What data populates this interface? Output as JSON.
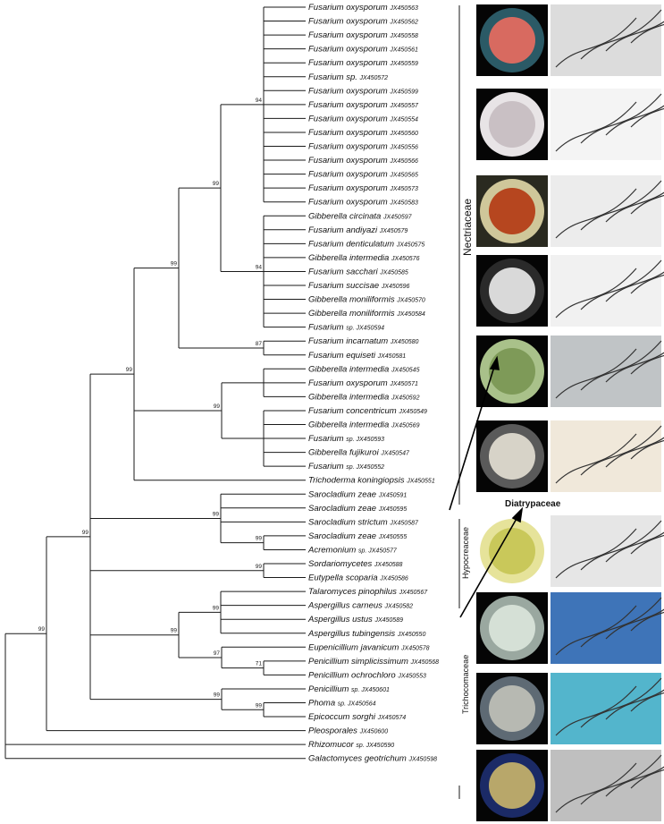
{
  "taxa": [
    {
      "name": "Fusarium oxysporum",
      "acc": "JX450563"
    },
    {
      "name": "Fusarium oxysporum",
      "acc": "JX450562"
    },
    {
      "name": "Fusarium oxysporum",
      "acc": "JX450558"
    },
    {
      "name": "Fusarium oxysporum",
      "acc": "JX450561"
    },
    {
      "name": "Fusarium oxysporum",
      "acc": "JX450559"
    },
    {
      "name": "Fusarium sp.",
      "acc": "JX450572"
    },
    {
      "name": "Fusarium oxysporum",
      "acc": "JX450599"
    },
    {
      "name": "Fusarium oxysporum",
      "acc": "JX450557"
    },
    {
      "name": "Fusarium oxysporum",
      "acc": "JX450554"
    },
    {
      "name": "Fusarium oxysporum",
      "acc": "JX450560"
    },
    {
      "name": "Fusarium oxysporum",
      "acc": "JX450556"
    },
    {
      "name": "Fusarium oxysporum",
      "acc": "JX450566"
    },
    {
      "name": "Fusarium oxysporum",
      "acc": "JX450565"
    },
    {
      "name": "Fusarium oxysporum",
      "acc": "JX450573"
    },
    {
      "name": "Fusarium oxysporum",
      "acc": "JX450583"
    },
    {
      "name": "Gibberella circinata",
      "acc": "JX450597"
    },
    {
      "name": "Fusarium andiyazi",
      "acc": "JX450579"
    },
    {
      "name": "Fusarium denticulatum",
      "acc": "JX450575"
    },
    {
      "name": "Gibberella intermedia",
      "acc": "JX450576"
    },
    {
      "name": "Fusarium sacchari",
      "acc": "JX450585"
    },
    {
      "name": "Fusarium succisae",
      "acc": "JX450596"
    },
    {
      "name": "Gibberella moniliformis",
      "acc": "JX450570"
    },
    {
      "name": "Gibberella moniliformis",
      "acc": "JX450584"
    },
    {
      "name": "Fusarium",
      "acc": "sp. JX450594"
    },
    {
      "name": "Fusarium incarnatum",
      "acc": "JX450580"
    },
    {
      "name": "Fusarium equiseti",
      "acc": "JX450581"
    },
    {
      "name": "Gibberella intermedia",
      "acc": "JX450545"
    },
    {
      "name": "Fusarium oxysporum",
      "acc": "JX450571"
    },
    {
      "name": "Gibberella intermedia",
      "acc": "JX450592"
    },
    {
      "name": "Fusarium concentricum",
      "acc": "JX450549"
    },
    {
      "name": "Gibberella intermedia",
      "acc": "JX450569"
    },
    {
      "name": "Fusarium",
      "acc": "sp. JX450593"
    },
    {
      "name": "Gibberella fujikuroi",
      "acc": "JX450547"
    },
    {
      "name": "Fusarium",
      "acc": "sp. JX450552"
    },
    {
      "name": "Trichoderma koningiopsis",
      "acc": "JX450551"
    },
    {
      "name": "Sarocladium zeae",
      "acc": "JX450591"
    },
    {
      "name": "Sarocladium zeae",
      "acc": "JX450595"
    },
    {
      "name": "Sarocladium strictum",
      "acc": "JX450587"
    },
    {
      "name": "Sarocladium zeae",
      "acc": "JX450555"
    },
    {
      "name": "Acremonium",
      "acc": "sp. JX450577"
    },
    {
      "name": "Sordariomycetes",
      "acc": "JX450588"
    },
    {
      "name": "Eutypella scoparia",
      "acc": "JX450586"
    },
    {
      "name": "Talaromyces pinophilus",
      "acc": "JX450567"
    },
    {
      "name": "Aspergillus carneus",
      "acc": "JX450582"
    },
    {
      "name": "Aspergillus ustus",
      "acc": "JX450589"
    },
    {
      "name": "Aspergillus tubingensis",
      "acc": "JX450550"
    },
    {
      "name": "Eupenicillium javanicum",
      "acc": "JX450578"
    },
    {
      "name": "Penicillium simplicissimum",
      "acc": "JX450568"
    },
    {
      "name": "Penicillium ochrochloro",
      "acc": "JX450553"
    },
    {
      "name": "Penicillium",
      "acc": "sp. JX450601"
    },
    {
      "name": "Phoma",
      "acc": "sp. JX450564"
    },
    {
      "name": "Epicoccum sorghi",
      "acc": "JX450574"
    },
    {
      "name": "Pleosporales",
      "acc": "JX450600"
    },
    {
      "name": "Rhizomucor",
      "acc": "sp. JX450590"
    },
    {
      "name": "Galactomyces geotrichum",
      "acc": "JX450598"
    }
  ],
  "bootstrap": [
    "94",
    "99",
    "94",
    "99",
    "87",
    "99",
    "99",
    "99",
    "99",
    "99",
    "99",
    "99",
    "99",
    "97",
    "71",
    "99",
    "99",
    "99",
    "99"
  ],
  "families": {
    "nectriaceae": "Nectriaceae",
    "hypocreaceae": "Hypocreaceae",
    "diatrypaceae": "Diatrypaceae",
    "trichocomaceae": "Trichocomaceae"
  },
  "photos": [
    {
      "plate": "#d86a60",
      "rim": "#2b5a66",
      "micro": "#dcdcdc",
      "bg": "#050505"
    },
    {
      "plate": "#c9c0c4",
      "rim": "#e8e4e6",
      "micro": "#f4f4f4",
      "bg": "#050505"
    },
    {
      "plate": "#b6461f",
      "rim": "#cfc79a",
      "micro": "#ececec",
      "bg": "#2a2a20"
    },
    {
      "plate": "#d9d9d9",
      "rim": "#2a2a2a",
      "micro": "#f1f1f1",
      "bg": "#050505"
    },
    {
      "plate": "#7e9a58",
      "rim": "#a9c18a",
      "micro": "#c0c4c6",
      "bg": "#050505"
    },
    {
      "plate": "#d7d3c8",
      "rim": "#5a5a5a",
      "micro": "#f0e8da",
      "bg": "#050505"
    },
    {
      "plate": "#c9c85a",
      "rim": "#e6e39a",
      "micro": "#e6e6e6",
      "bg": "#ffffff"
    },
    {
      "plate": "#d5e0d6",
      "rim": "#9aa8a0",
      "micro": "#3e74b8",
      "bg": "#050505"
    },
    {
      "plate": "#b7b9b2",
      "rim": "#5e6a74",
      "micro": "#53b5cc",
      "bg": "#050505"
    },
    {
      "plate": "#b8a76a",
      "rim": "#1b2a66",
      "micro": "#bfbfbf",
      "bg": "#050505"
    }
  ]
}
